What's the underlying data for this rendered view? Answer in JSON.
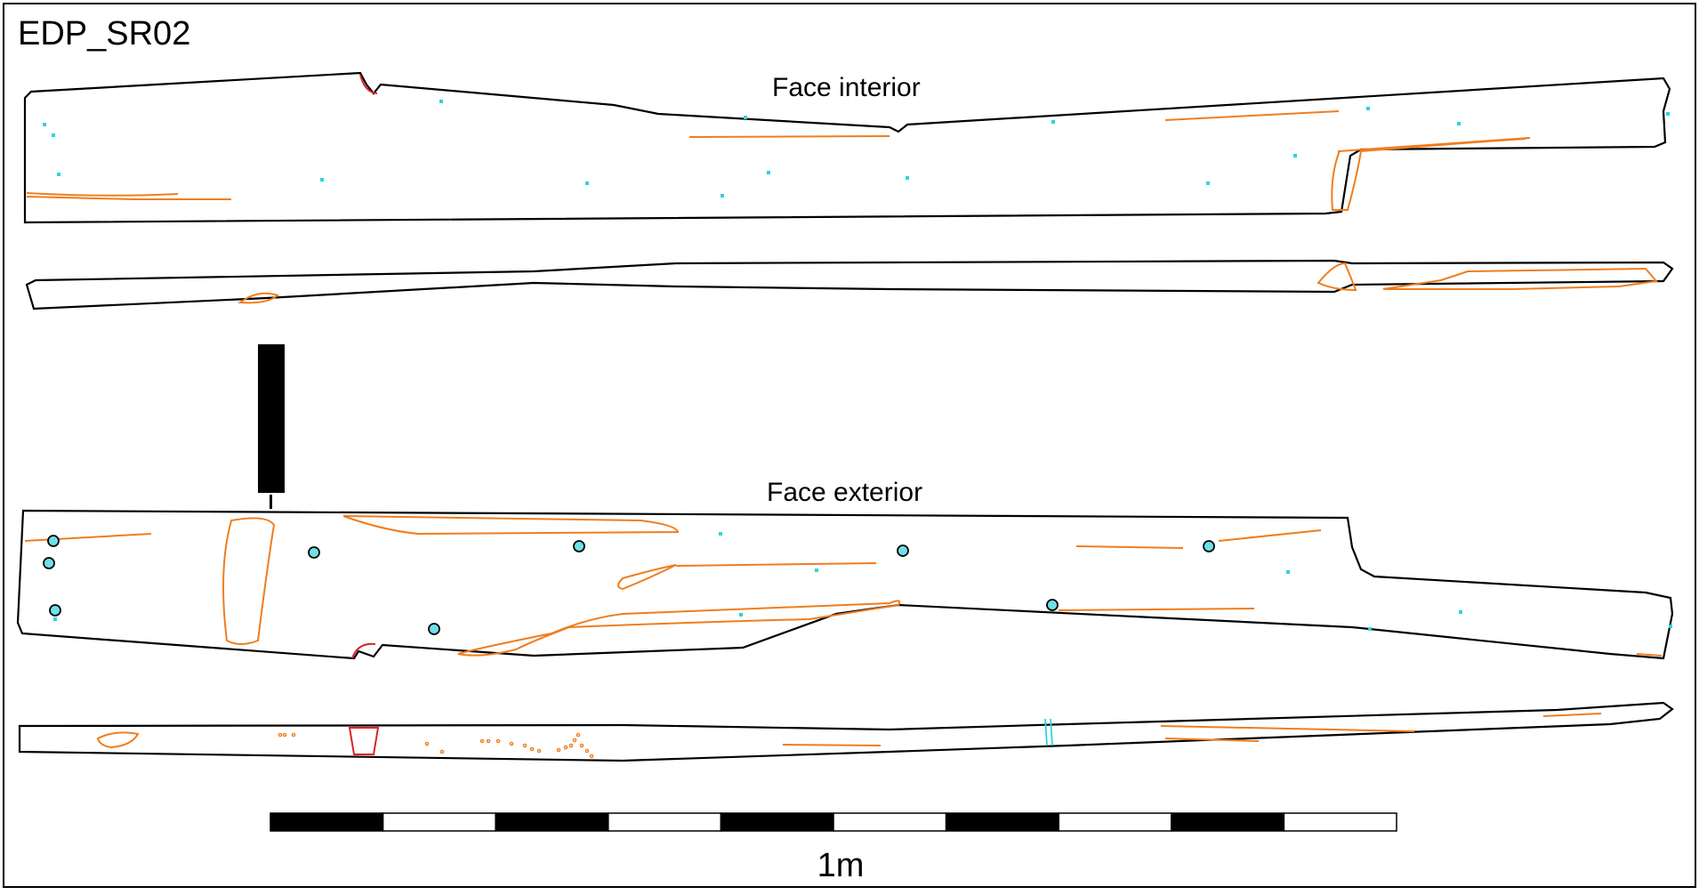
{
  "title": "EDP_SR02",
  "labels": {
    "face_interior": "Face interior",
    "face_exterior": "Face exterior"
  },
  "scale_bar": {
    "label": "1m",
    "segments": 10
  },
  "colors": {
    "outline": "#000000",
    "feature": "#f07d1e",
    "nail": "#2fd3dd",
    "red": "#d9232a"
  }
}
